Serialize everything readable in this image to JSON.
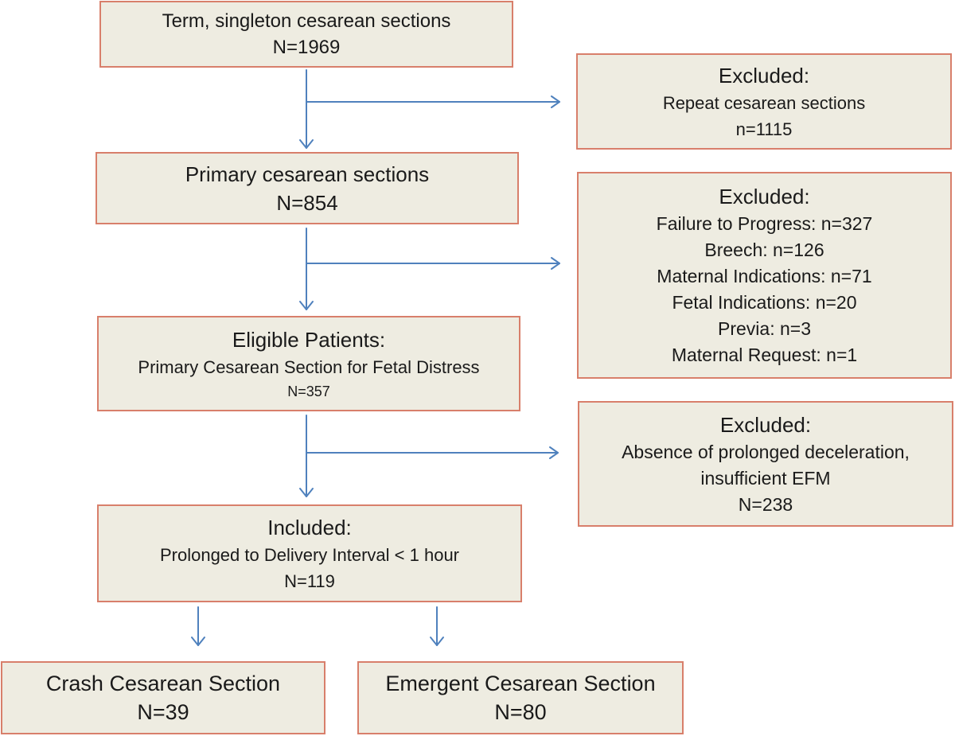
{
  "nodes": {
    "term": {
      "line1": "Term, singleton cesarean sections",
      "line2": "N=1969"
    },
    "excluded_repeat": {
      "heading": "Excluded:",
      "line1": "Repeat cesarean sections",
      "line2": "n=1115"
    },
    "primary": {
      "line1": "Primary cesarean sections",
      "line2": "N=854"
    },
    "excluded_indications": {
      "heading": "Excluded:",
      "items": [
        "Failure to Progress: n=327",
        "Breech: n=126",
        "Maternal Indications: n=71",
        "Fetal Indications: n=20",
        "Previa: n=3",
        "Maternal Request: n=1"
      ]
    },
    "eligible": {
      "heading": "Eligible Patients:",
      "line1": "Primary Cesarean Section for Fetal Distress",
      "line2": "N=357"
    },
    "excluded_deceleration": {
      "heading": "Excluded:",
      "line1": "Absence of prolonged deceleration,",
      "line2": "insufficient EFM",
      "line3": "N=238"
    },
    "included": {
      "heading": "Included:",
      "line1": "Prolonged to Delivery Interval < 1 hour",
      "line2": "N=119"
    },
    "crash": {
      "line1": "Crash Cesarean Section",
      "line2": "N=39"
    },
    "emergent": {
      "line1": "Emergent Cesarean Section",
      "line2": "N=80"
    }
  },
  "colors": {
    "box_fill": "#eeece1",
    "box_border": "#d87f6b",
    "arrow": "#4f81bd"
  }
}
